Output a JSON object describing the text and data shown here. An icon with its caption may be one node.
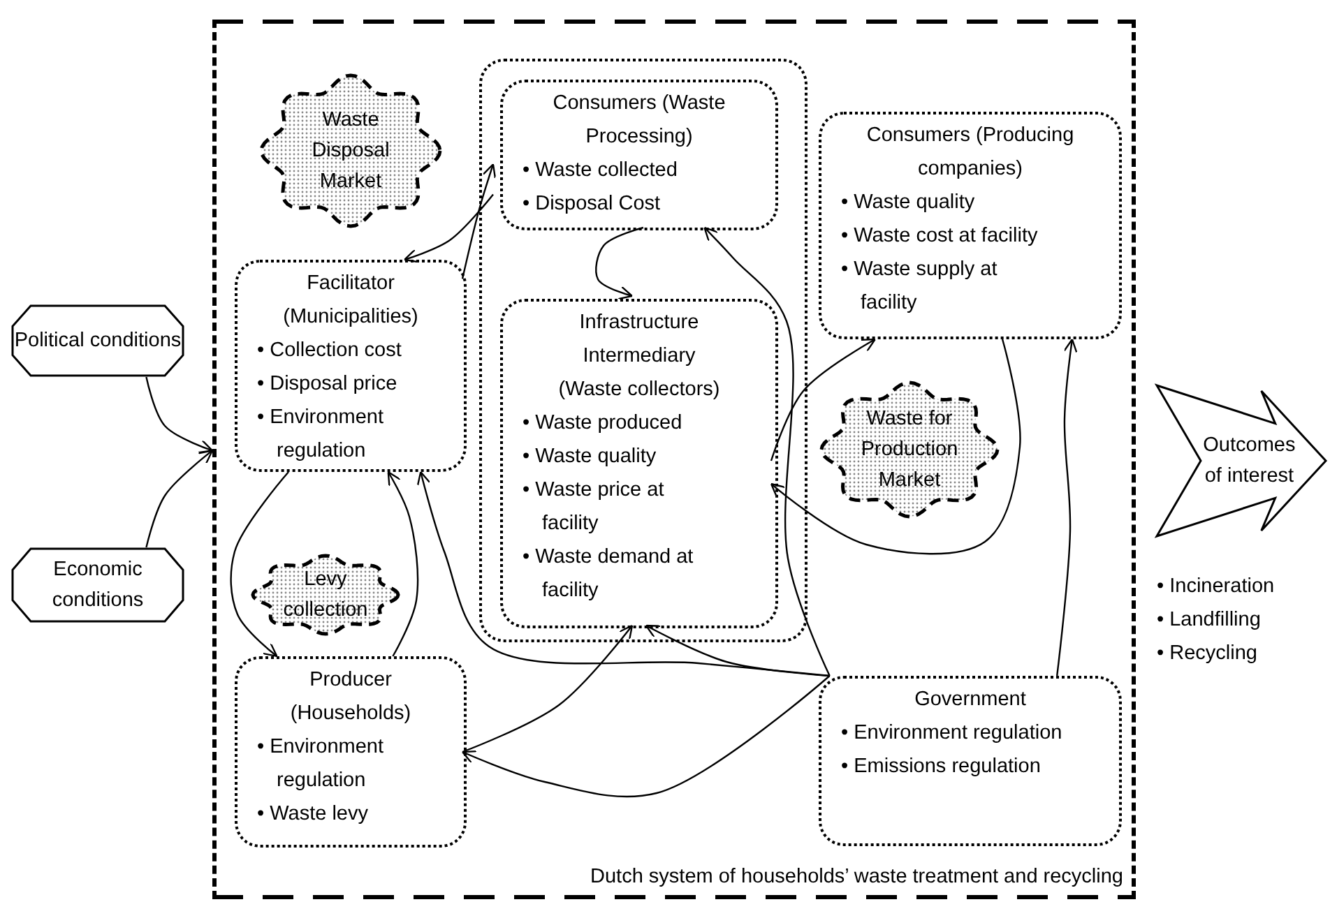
{
  "diagram": {
    "nodes": [
      {
        "text": [
          "Dutch system of households’ waste treatment and recycling"
        ]
      },
      {
        "text": [
          "Political conditions"
        ]
      },
      {
        "text": [
          "Economic conditions"
        ]
      },
      {
        "text": [
          "Waste Disposal Market"
        ],
        "in": 0
      },
      {
        "text": [],
        "shape": "box",
        "in": 0
      },
      {
        "text": [
          "Consumers (Waste Processing)",
          "• Waste collected",
          "• Disposal Cost"
        ],
        "in": 4
      },
      {
        "text": [
          "Consumers (Producing companies)",
          "• Waste quality",
          "• Waste cost at facility",
          "• Waste supply at facility"
        ],
        "in": 0
      },
      {
        "text": [
          "Facilitator (Municipalities)",
          "• Collection cost",
          "• Disposal price",
          "• Environment regulation"
        ],
        "in": 0
      },
      {
        "text": [
          "Infrastructure Intermediary (Waste collectors)",
          "• Waste produced",
          "• Waste quality",
          "• Waste price at facility",
          "• Waste demand at facility"
        ],
        "in": 4
      },
      {
        "text": [
          "Waste for Production Market"
        ],
        "in": 0
      },
      {
        "text": [
          "Outcomes of interest"
        ],
        "beside": [
          "• Incineration",
          "• Landfilling",
          "• Recycling"
        ]
      },
      {
        "text": [
          "Levy collection"
        ],
        "in": 0
      },
      {
        "text": [
          "Producer (Households)",
          "• Environment regulation",
          "• Waste levy"
        ],
        "in": 0
      },
      {
        "text": [
          "Government",
          "• Environment regulation",
          "• Emissions regulation"
        ],
        "in": 0
      }
    ],
    "edges": [
      {
        "from": 1,
        "to": 0,
        "arrow": "to"
      },
      {
        "from": 2,
        "to": 0,
        "arrow": "to"
      },
      {
        "from": 7,
        "to": 5,
        "arrow": "to"
      },
      {
        "from": 5,
        "to": 7,
        "arrow": "to"
      },
      {
        "from": 5,
        "to": 8,
        "arrow": "to"
      },
      {
        "from": 13,
        "to": 5,
        "arrow": "to"
      },
      {
        "from": 8,
        "to": 6,
        "arrow": "to"
      },
      {
        "from": 6,
        "to": 8,
        "arrow": "to"
      },
      {
        "from": 13,
        "to": 6,
        "arrow": "to"
      },
      {
        "from": 13,
        "to": 7,
        "arrow": "to"
      },
      {
        "from": 13,
        "to": 8,
        "arrow": "to"
      },
      {
        "from": 13,
        "to": 12,
        "arrow": "to"
      },
      {
        "from": 12,
        "to": 8,
        "arrow": "to"
      },
      {
        "from": 7,
        "to": 12,
        "arrow": "to"
      },
      {
        "from": 12,
        "to": 7,
        "arrow": "to"
      }
    ]
  }
}
